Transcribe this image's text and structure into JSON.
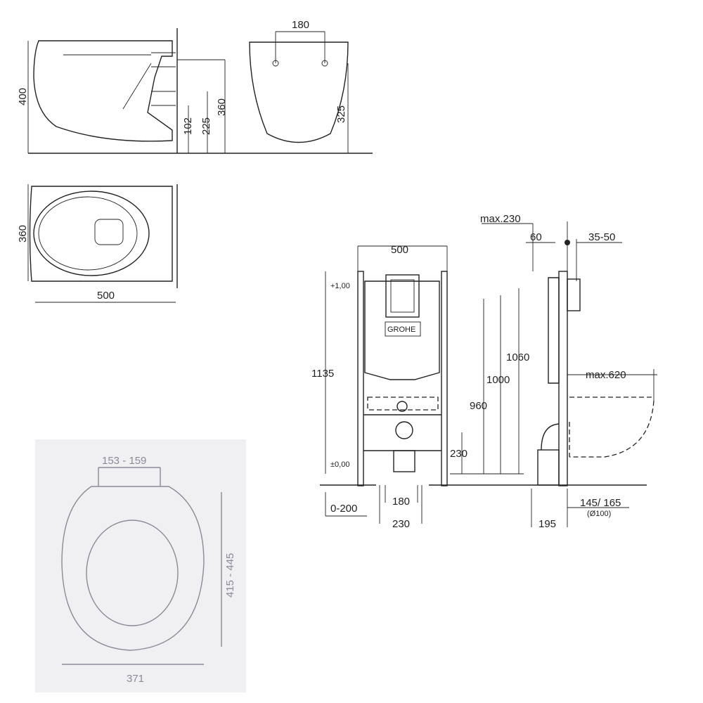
{
  "side_view": {
    "height_total": "400",
    "outlet_low": "102",
    "outlet_mid": "225",
    "fixing_height": "360"
  },
  "front_view": {
    "fixing_spacing": "180",
    "fixing_height": "325"
  },
  "top_view": {
    "width": "360",
    "length": "500"
  },
  "seat": {
    "hinge_spacing": "153 - 159",
    "length": "415 - 445",
    "width": "371"
  },
  "frame": {
    "brand": "GROHE",
    "width": "500",
    "level_top": "+1,00",
    "level_zero": "±0,00",
    "total_height": "1135",
    "height_1060": "1060",
    "height_1000": "1000",
    "height_960": "960",
    "outlet_height": "230",
    "bolt_spacing": "180",
    "offset": "0-200",
    "pipe_spacing": "230",
    "max_depth": "max.230",
    "depth_60": "60",
    "depth_35_50": "35-50",
    "max_620": "max.620",
    "outlet_offset": "145/ 165",
    "outlet_diameter": "(Ø100)",
    "depth_195": "195"
  },
  "colors": {
    "line": "#222222",
    "seat_panel": "#f0f0f3",
    "seat_line": "#8a8a99"
  }
}
